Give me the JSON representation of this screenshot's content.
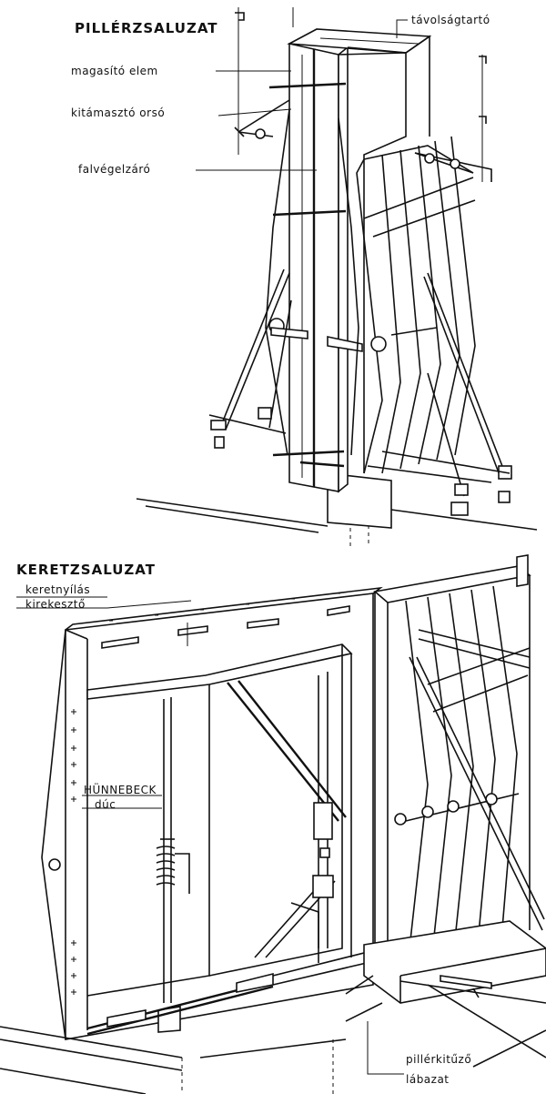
{
  "top": {
    "title": "PILLÉRZSALUZAT",
    "labels": {
      "spacer": "távolságtartó",
      "extension": "magasító elem",
      "spindle": "kitámasztó orsó",
      "end_closer": "falvégelzáró"
    }
  },
  "bottom": {
    "title": "KERETZSALUZAT",
    "labels": {
      "frame_opening": "keretnyílás",
      "excluder": "kirekesztő",
      "brand": "HÜNNEBECK",
      "prop": "dúc",
      "pillar_marker": "pillérkitűző",
      "base": "lábazat"
    }
  }
}
